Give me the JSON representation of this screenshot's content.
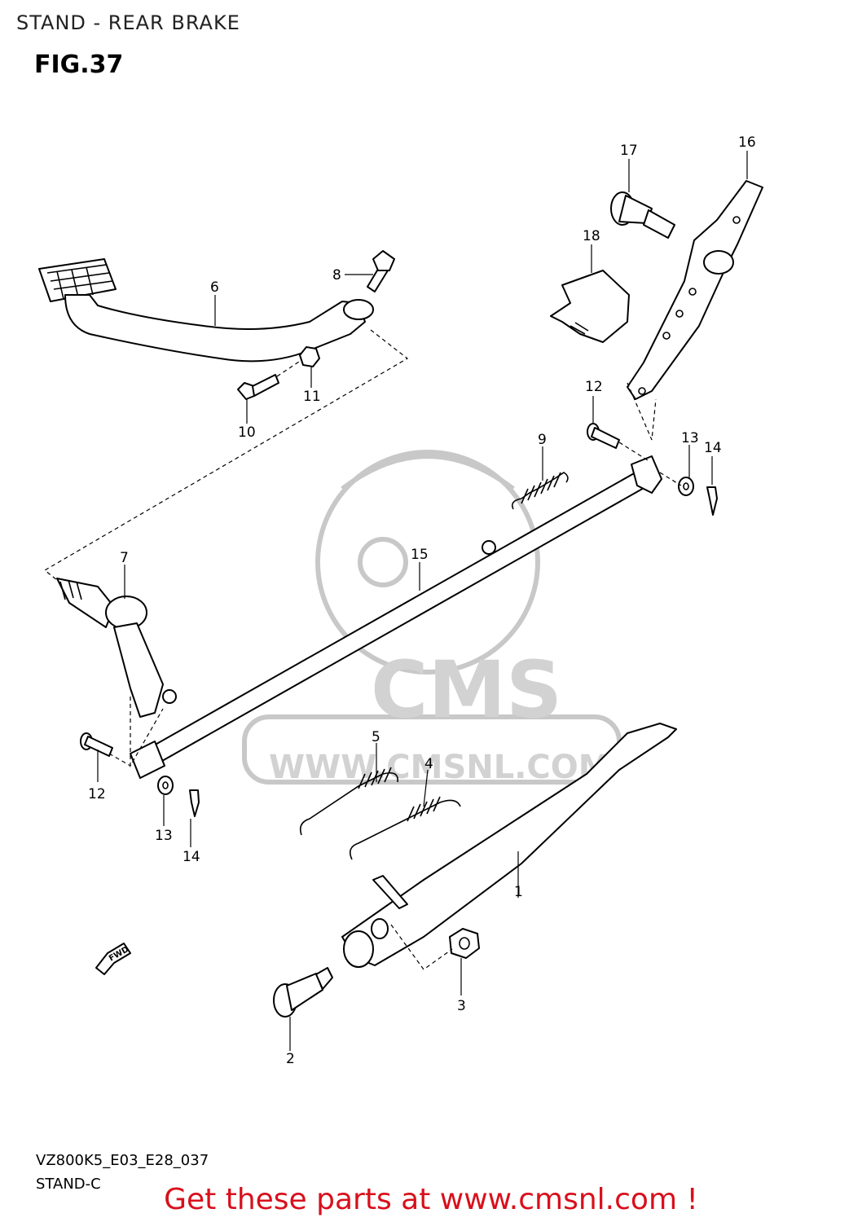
{
  "header": {
    "title": "STAND - REAR BRAKE",
    "figure": "FIG.37"
  },
  "watermark": {
    "brand": "CMS",
    "url": "WWW.CMSNL.COM"
  },
  "fwd_label": "FWD",
  "callouts": [
    "1",
    "2",
    "3",
    "4",
    "5",
    "6",
    "7",
    "8",
    "9",
    "10",
    "11",
    "12",
    "12",
    "13",
    "13",
    "14",
    "14",
    "15",
    "16",
    "17",
    "18"
  ],
  "footer": {
    "code": "VZ800K5_E03_E28_037",
    "section": "STAND-C",
    "promo": "Get these parts at www.cmsnl.com !"
  },
  "colors": {
    "promo": "#d8101c",
    "watermark": "#d2d2d2"
  }
}
